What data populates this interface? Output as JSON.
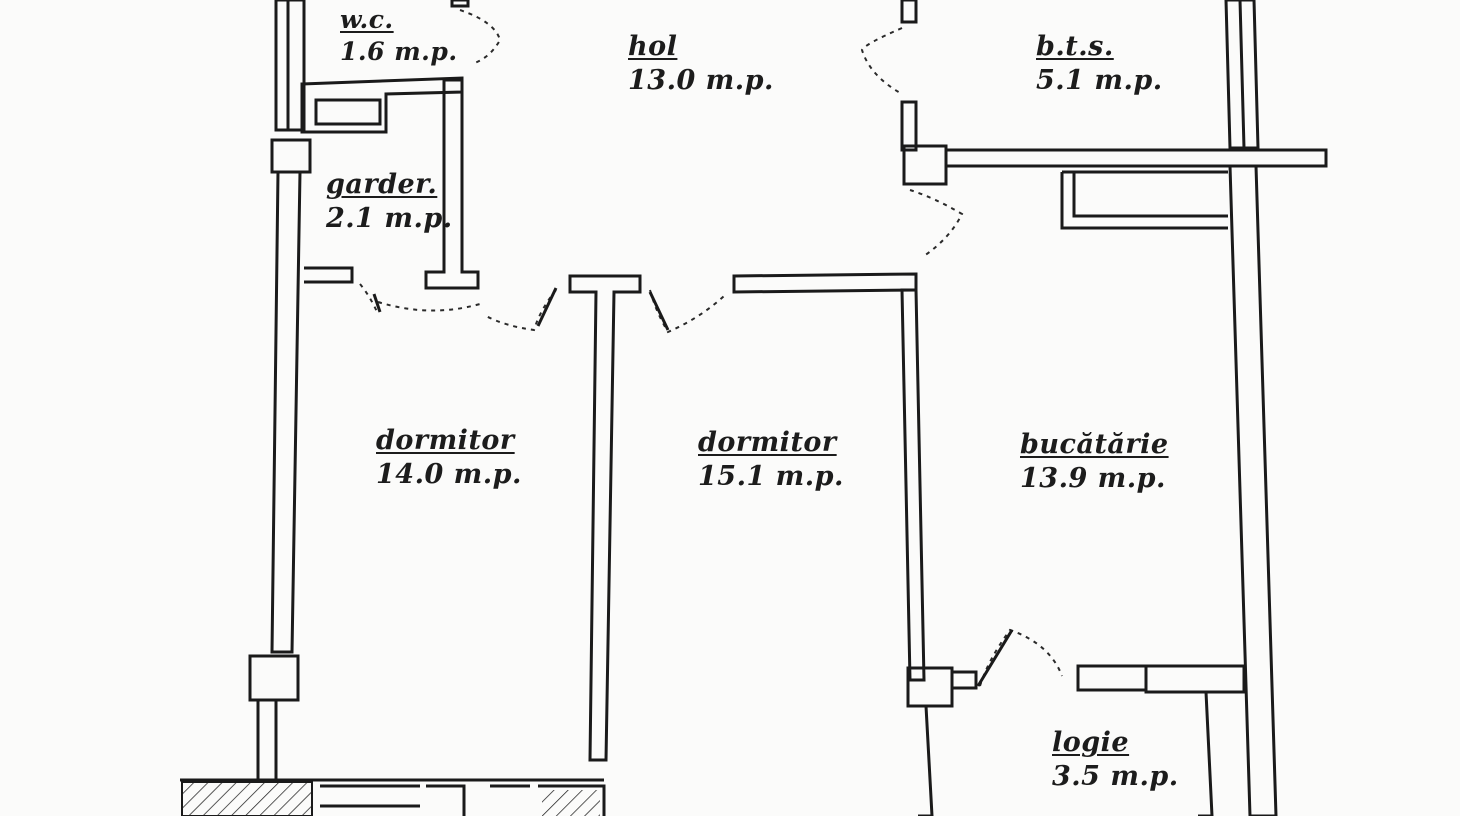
{
  "rooms": {
    "wc": {
      "name": "w.c.",
      "area": "1.6 m.p."
    },
    "hol": {
      "name": "hol",
      "area": "13.0 m.p."
    },
    "bts": {
      "name": "b.t.s.",
      "area": "5.1 m.p."
    },
    "garder": {
      "name": "garder.",
      "area": "2.1 m.p."
    },
    "dormitor1": {
      "name": "dormitor",
      "area": "14.0 m.p."
    },
    "dormitor2": {
      "name": "dormitor",
      "area": "15.1 m.p."
    },
    "bucatarie": {
      "name": "bucătărie",
      "area": "13.9 m.p."
    },
    "logie": {
      "name": "logie",
      "area": "3.5 m.p."
    }
  },
  "colors": {
    "wall": "#1a1a1a",
    "background": "#fbfbfa"
  }
}
